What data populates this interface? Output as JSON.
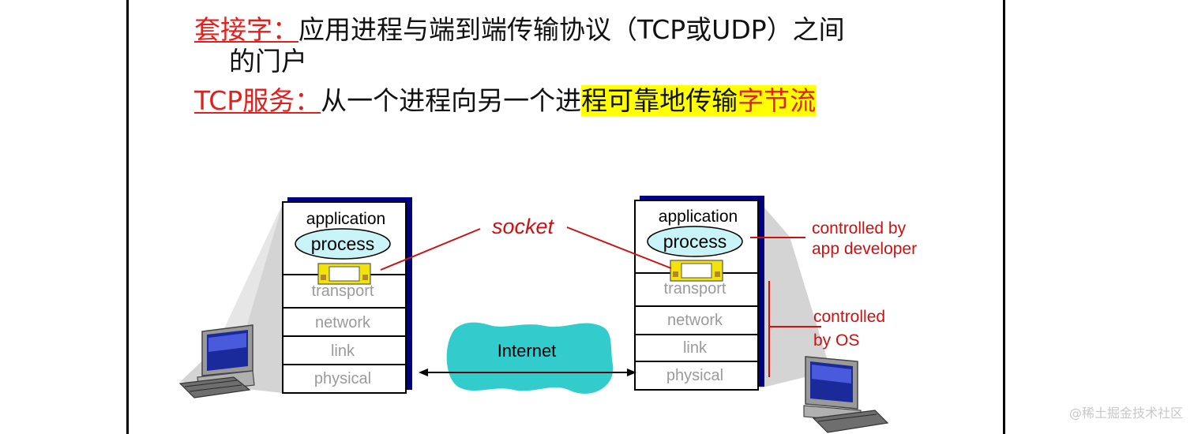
{
  "intro": {
    "line1_label": "套接字：",
    "line1_text": "应用进程与端到端传输协议（TCP或UDP）之间",
    "line1_cont": "的门户",
    "line2_label": "TCP服务：",
    "line2_text": "从一个进程向另一个进",
    "line2_highlight_black": "程可靠地传输",
    "line2_highlight_red": "字节流"
  },
  "diagram": {
    "left_stack": {
      "application": "application",
      "process": "process",
      "layers": [
        "transport",
        "network",
        "link",
        "physical"
      ]
    },
    "right_stack": {
      "application": "application",
      "process": "process",
      "layers": [
        "transport",
        "network",
        "link",
        "physical"
      ]
    },
    "socket_label": "socket",
    "internet_label": "Internet",
    "annotation_app": [
      "controlled by",
      "app developer"
    ],
    "annotation_os": [
      "controlled",
      "by OS"
    ]
  },
  "colors": {
    "annotation_red": "#cc1111",
    "cloud": "#33cccc",
    "process_oval": "#c8f4f8",
    "stack_shadow": "#000080",
    "socket": "#f2e40a",
    "highlight": "#ffff00"
  },
  "watermark": "@稀土掘金技术社区"
}
